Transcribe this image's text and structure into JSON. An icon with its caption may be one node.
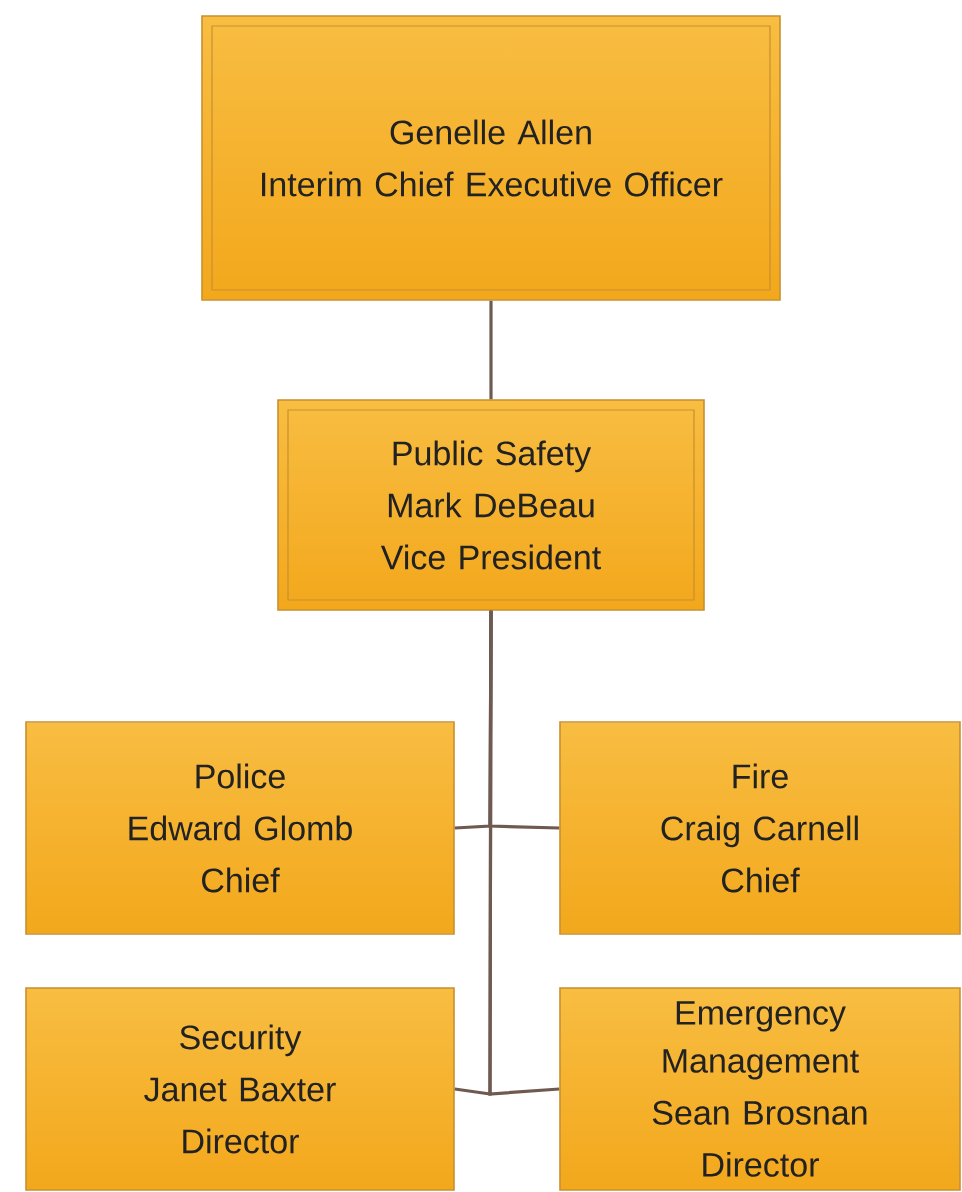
{
  "diagram": {
    "nodes": [
      {
        "text": [
          "Genelle Allen",
          "Interim Chief Executive Officer"
        ]
      },
      {
        "text": [
          "Public Safety",
          "Mark DeBeau",
          "Vice President"
        ]
      },
      {
        "text": [
          "Police",
          "Edward Glomb",
          "Chief"
        ]
      },
      {
        "text": [
          "Fire",
          "Craig Carnell",
          "Chief"
        ]
      },
      {
        "text": [
          "Security",
          "Janet Baxter",
          "Director"
        ]
      },
      {
        "text": [
          "Emergency Management",
          "Sean Brosnan",
          "Director"
        ]
      }
    ],
    "edges": [
      {
        "from": 0,
        "to": 1,
        "arrow": "none"
      },
      {
        "from": 1,
        "to": 2,
        "arrow": "none"
      },
      {
        "from": 1,
        "to": 3,
        "arrow": "none"
      },
      {
        "from": 1,
        "to": 4,
        "arrow": "none"
      },
      {
        "from": 1,
        "to": 5,
        "arrow": "none"
      }
    ]
  }
}
